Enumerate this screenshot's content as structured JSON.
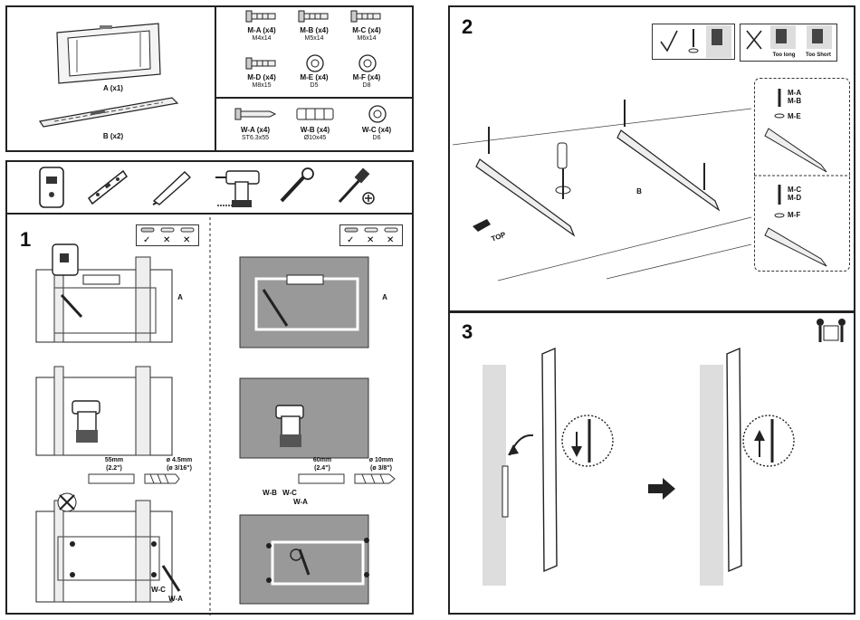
{
  "parts": {
    "bracket_a": "A (x1)",
    "bracket_b": "B (x2)",
    "screws": [
      {
        "name": "M-A (x4)",
        "size": "M4x14"
      },
      {
        "name": "M-B (x4)",
        "size": "M5x14"
      },
      {
        "name": "M-C (x4)",
        "size": "M6x14"
      },
      {
        "name": "M-D (x4)",
        "size": "M8x15"
      },
      {
        "name": "M-E (x4)",
        "size": "D5"
      },
      {
        "name": "M-F (x4)",
        "size": "D8"
      }
    ],
    "wall": [
      {
        "name": "W-A (x4)",
        "size": "ST6.3x55"
      },
      {
        "name": "W-B (x4)",
        "size": "Ø10x45"
      },
      {
        "name": "W-C (x4)",
        "size": "D6"
      }
    ]
  },
  "step1": {
    "number": "1",
    "label_a_left": "A",
    "label_a_right": "A",
    "wood_measure": "55mm",
    "wood_measure_in": "(2.2\")",
    "wood_drill": "ø 4.5mm",
    "wood_drill_in": "(ø 3/16\")",
    "concrete_measure": "60mm",
    "concrete_measure_in": "(2.4\")",
    "concrete_drill": "ø 10mm",
    "concrete_drill_in": "(ø 3/8\")",
    "wood_wc": "W-C",
    "wood_wa": "W-A",
    "concrete_wb": "W-B",
    "concrete_wc": "W-C",
    "concrete_wa": "W-A"
  },
  "step2": {
    "number": "2",
    "too_long": "Too long",
    "too_short": "Too Short",
    "label_b": "B",
    "top_label": "TOP",
    "inset1": [
      "M-A",
      "M-B",
      "M-E"
    ],
    "inset2": [
      "M-C",
      "M-D",
      "M-F"
    ]
  },
  "step3": {
    "number": "3"
  }
}
